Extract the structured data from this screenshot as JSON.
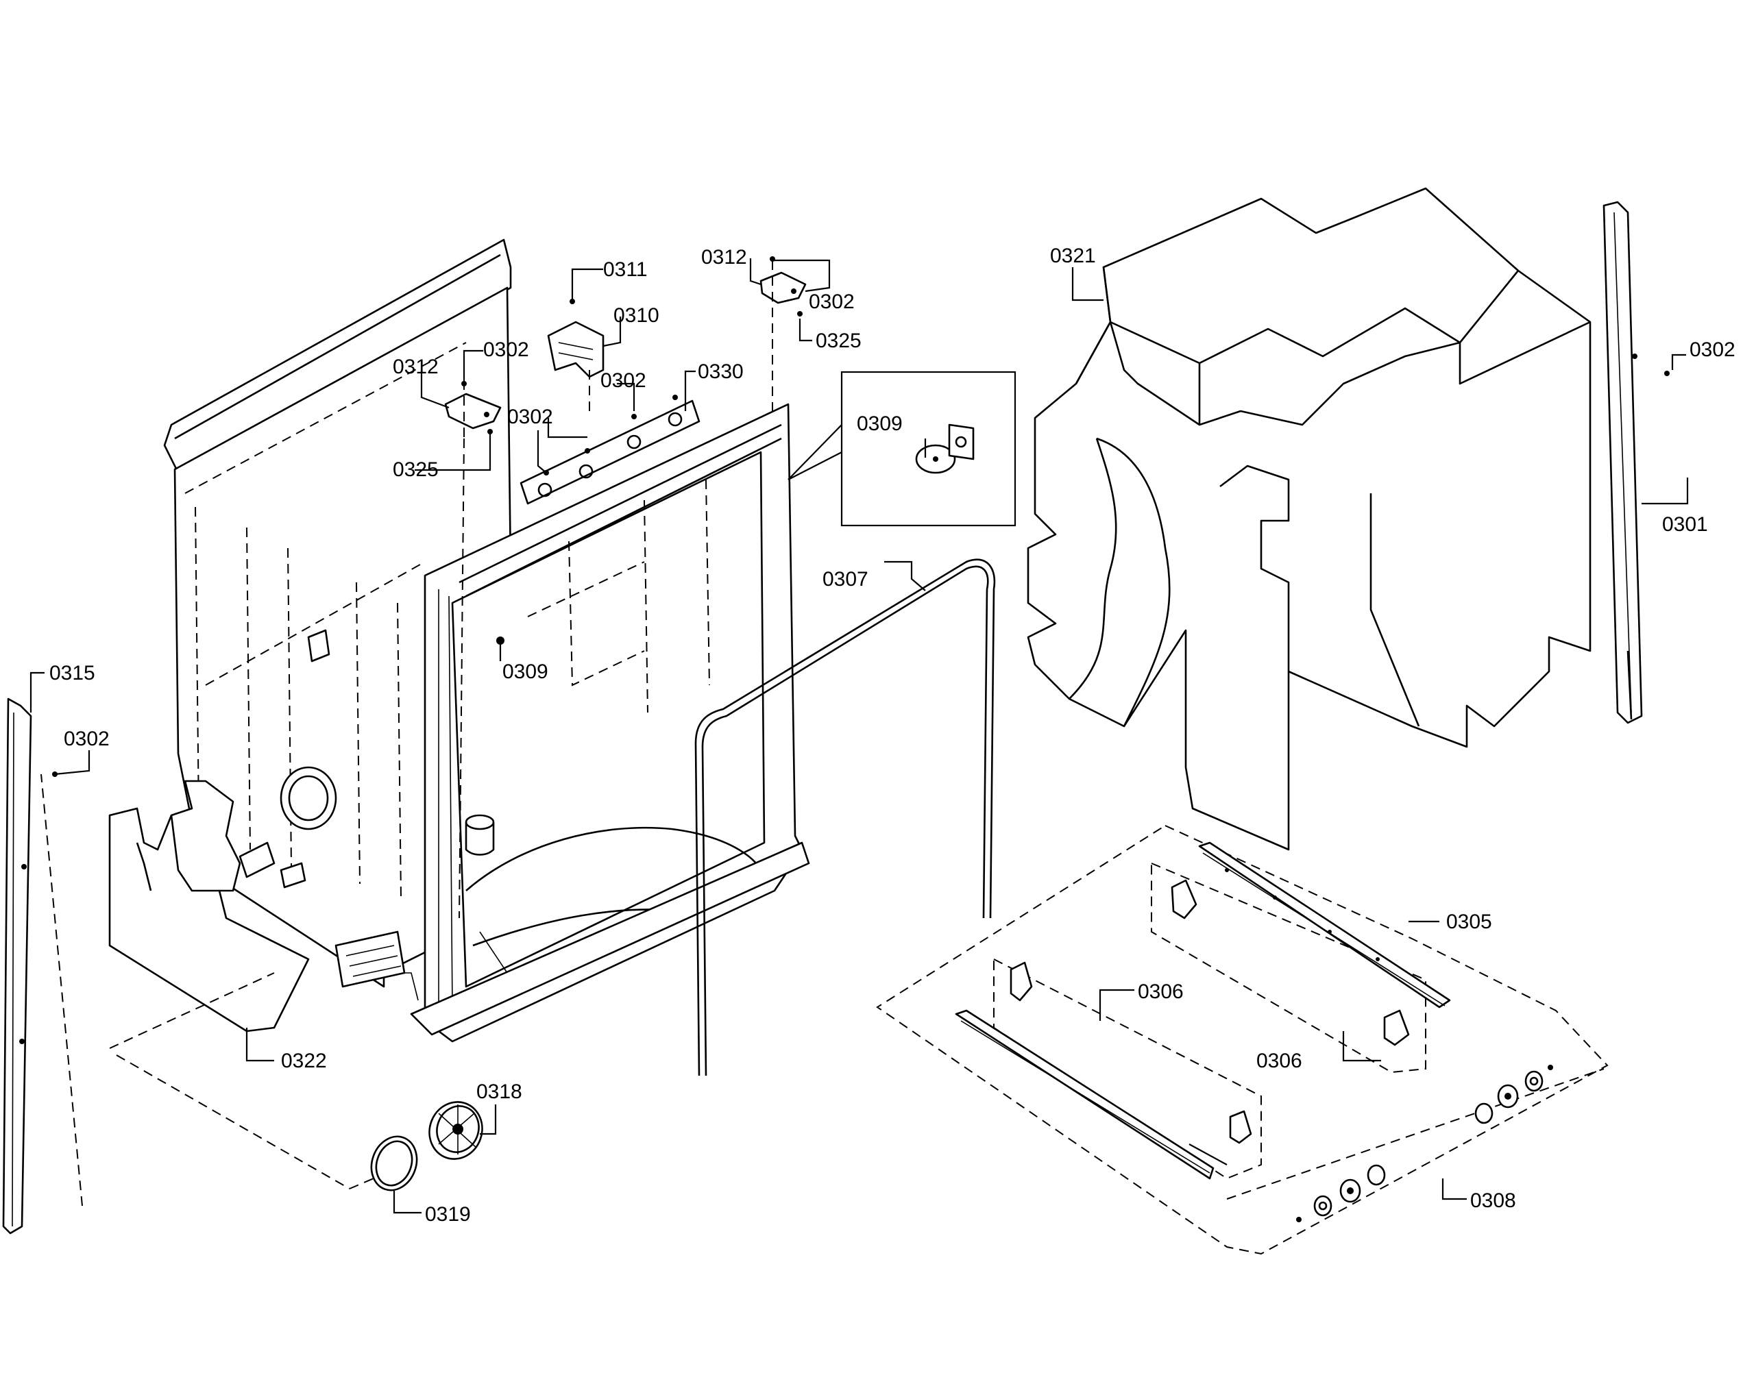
{
  "labels": {
    "l0311": "0311",
    "l0310": "0310",
    "l0312a": "0312",
    "l0312b": "0312",
    "l0302a": "0302",
    "l0302b": "0302",
    "l0302c": "0302",
    "l0302d": "0302",
    "l0302e": "0302",
    "l0302f": "0302",
    "l0325a": "0325",
    "l0325b": "0325",
    "l0330": "0330",
    "l0309a": "0309",
    "l0309b": "0309",
    "l0321": "0321",
    "l0301": "0301",
    "l0307": "0307",
    "l0315": "0315",
    "l0322": "0322",
    "l0318": "0318",
    "l0319": "0319",
    "l0305": "0305",
    "l0306a": "0306",
    "l0306b": "0306",
    "l0308": "0308"
  }
}
